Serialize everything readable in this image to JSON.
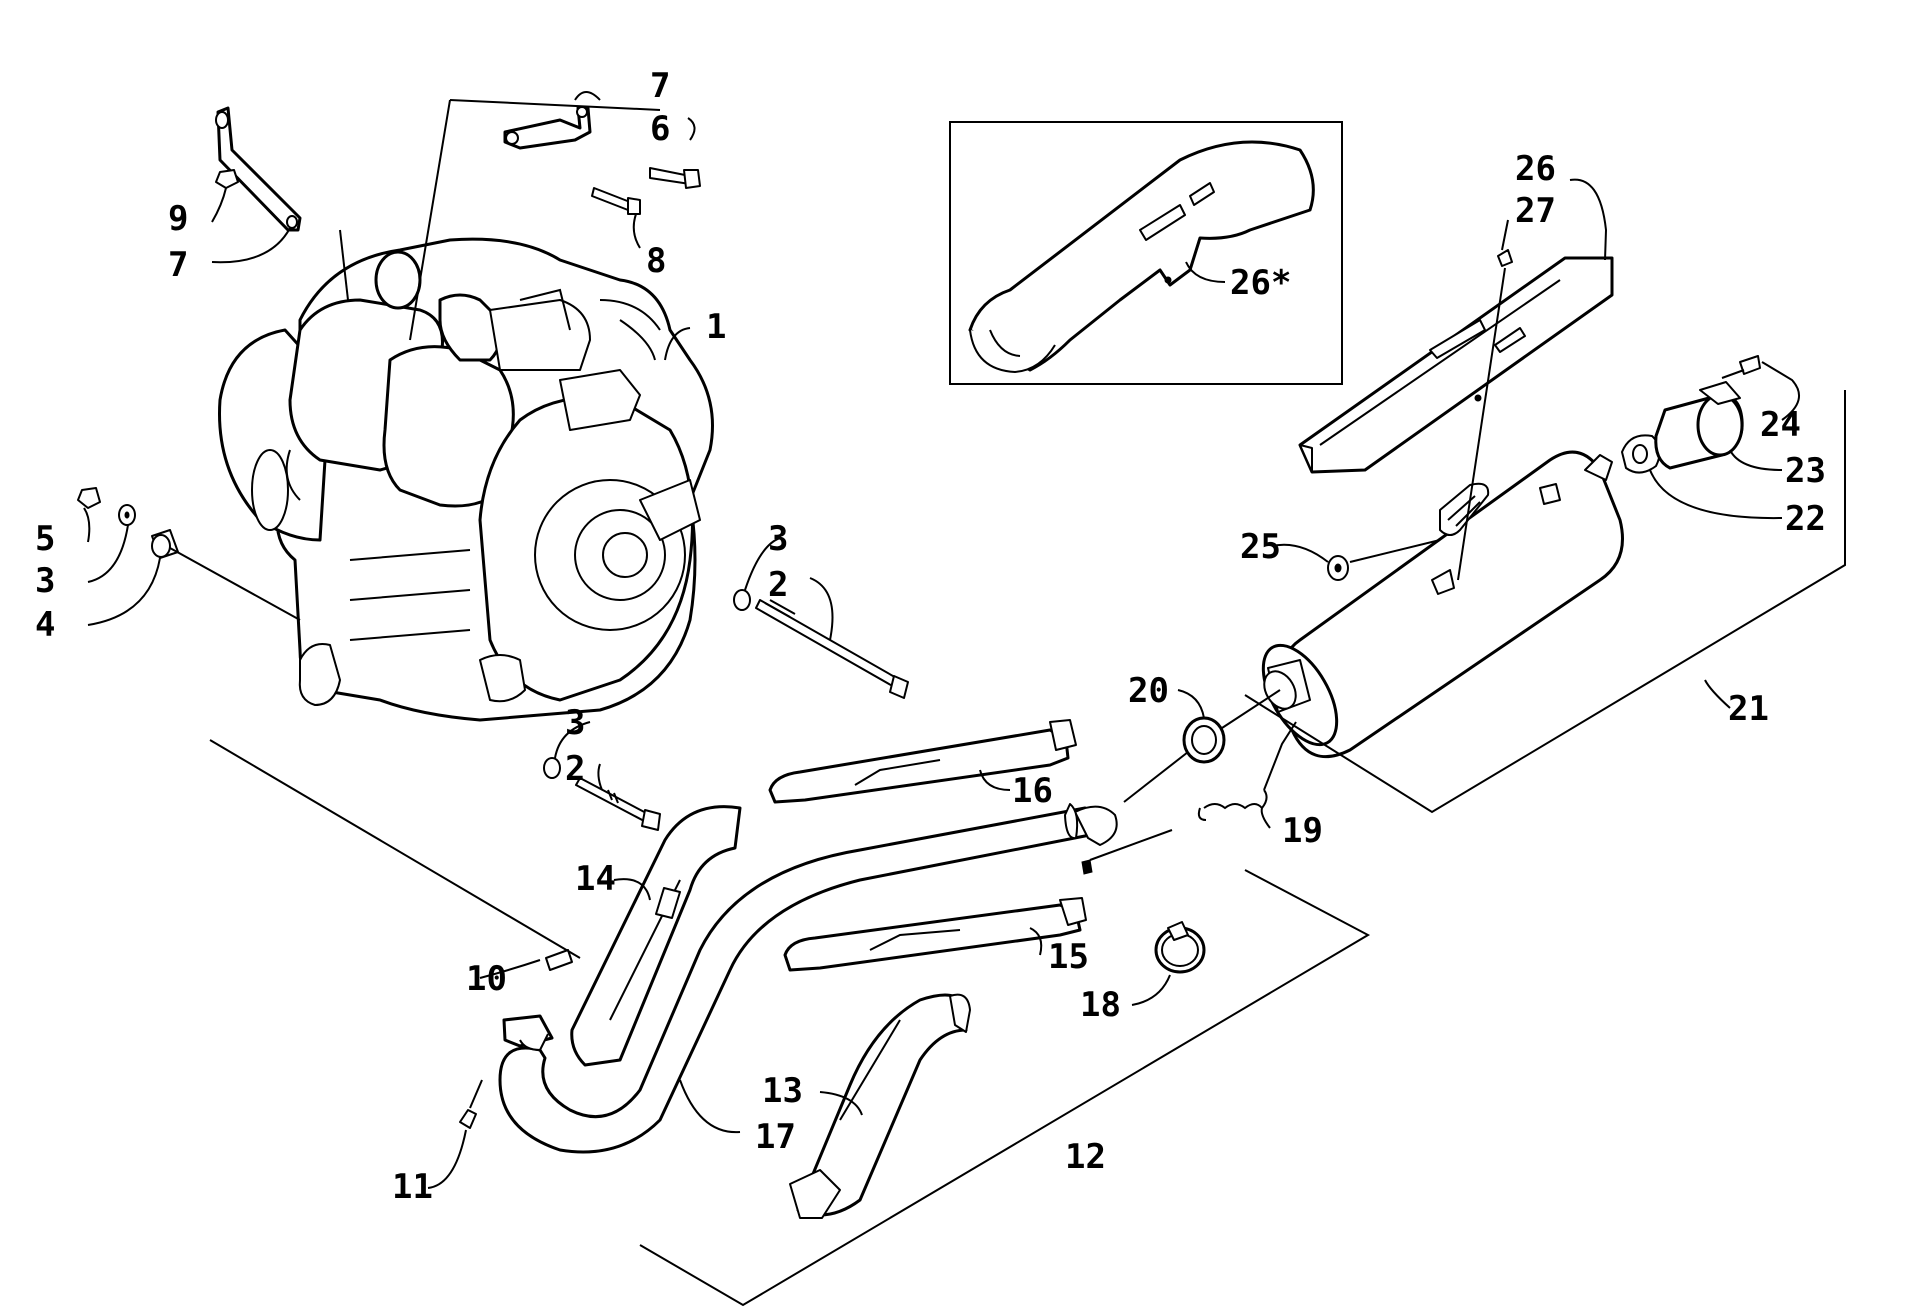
{
  "callouts": {
    "c1": "1",
    "c2a": "2",
    "c2b": "2",
    "c3a": "3",
    "c3b": "3",
    "c3c": "3",
    "c4": "4",
    "c5": "5",
    "c6": "6",
    "c7a": "7",
    "c7b": "7",
    "c8": "8",
    "c9": "9",
    "c10": "10",
    "c11": "11",
    "c12": "12",
    "c13": "13",
    "c14": "14",
    "c15": "15",
    "c16": "16",
    "c17": "17",
    "c18": "18",
    "c19": "19",
    "c20": "20",
    "c21": "21",
    "c22": "22",
    "c23": "23",
    "c24": "24",
    "c25": "25",
    "c26": "26",
    "c26star": "26*",
    "c27": "27"
  }
}
